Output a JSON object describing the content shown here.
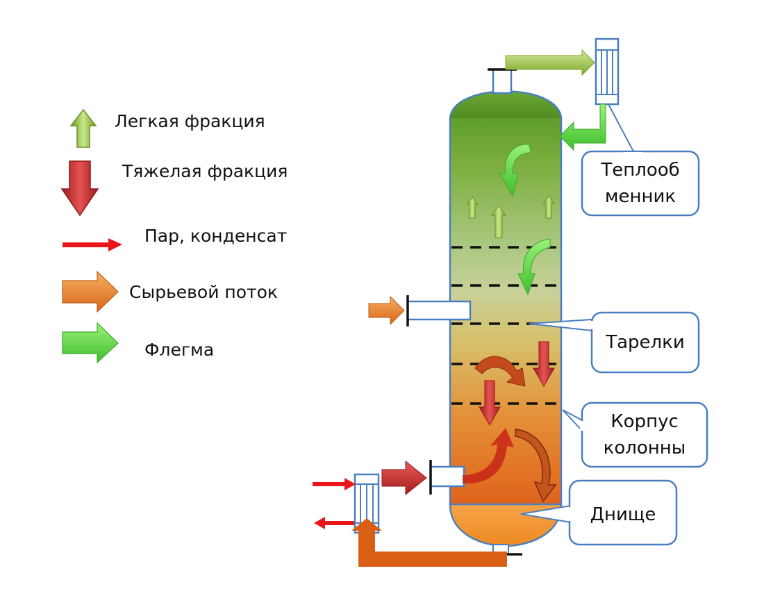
{
  "legend": [
    {
      "key": "light",
      "label": "Легкая фракция",
      "icon": "green-up-arrow-icon",
      "color": "#8fbf3a"
    },
    {
      "key": "heavy",
      "label": "Тяжелая фракция",
      "icon": "red-down-arrow-icon",
      "color": "#c0282a"
    },
    {
      "key": "steam",
      "label": "Пар, конденсат",
      "icon": "thin-red-arrow-icon",
      "color": "#e8161b"
    },
    {
      "key": "feed",
      "label": "Сырьевой поток",
      "icon": "orange-right-arrow-icon",
      "color": "#e37a23"
    },
    {
      "key": "reflux",
      "label": "Флегма",
      "icon": "bright-green-right-arrow-icon",
      "color": "#5fd33a"
    }
  ],
  "callouts": {
    "exchanger": {
      "line1": "Теплооб",
      "line2": "менник"
    },
    "trays": {
      "line1": "Тарелки"
    },
    "shell": {
      "line1": "Корпус",
      "line2": "колонны"
    },
    "bottom": {
      "line1": "Днище"
    }
  },
  "colors": {
    "column_top": "#6fae2e",
    "column_bottom": "#e0661a",
    "outline": "#4a7ec0",
    "bottoms_pipe": "#d95f14"
  }
}
